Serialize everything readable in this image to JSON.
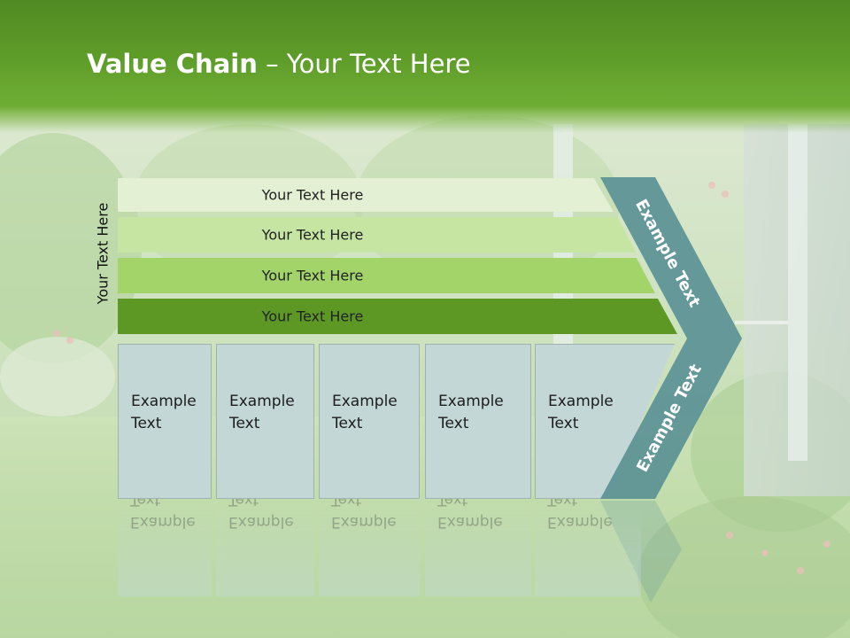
{
  "slide": {
    "title_bold": "Value Chain",
    "title_rest": " – Your Text Here",
    "side_label": "Your Text Here"
  },
  "bars": [
    {
      "label": "Your Text Here",
      "color": "#e3f0d3"
    },
    {
      "label": "Your Text Here",
      "color": "#c6e5a3"
    },
    {
      "label": "Your Text Here",
      "color": "#a3d46a"
    },
    {
      "label": "Your Text Here",
      "color": "#5d9825"
    }
  ],
  "boxes": [
    {
      "line1": "Example",
      "line2": "Text"
    },
    {
      "line1": "Example",
      "line2": "Text"
    },
    {
      "line1": "Example",
      "line2": "Text"
    },
    {
      "line1": "Example",
      "line2": "Text"
    },
    {
      "line1": "Example",
      "line2": "Text"
    }
  ],
  "chevron": {
    "upper_text": "Example Text",
    "lower_text": "Example Text",
    "color": "#5f9496"
  },
  "colors": {
    "header_green": "#5f9d2a",
    "box_fill": "#c3d7d6"
  }
}
